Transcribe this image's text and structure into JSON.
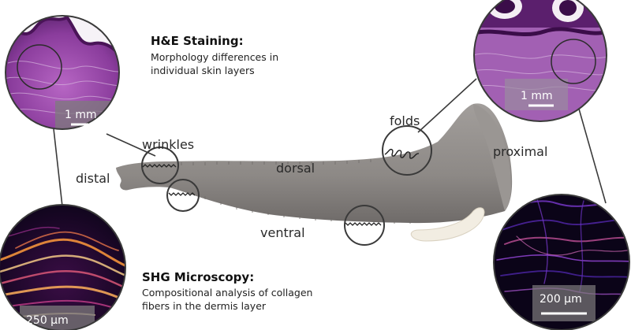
{
  "he_panel": {
    "title": "H&E Staining:",
    "desc_line1": "Morphology differences in",
    "desc_line2": "individual skin layers"
  },
  "shg_panel": {
    "title": "SHG Microscopy:",
    "desc_line1": "Compositional analysis of collagen",
    "desc_line2": "fibers in the dermis layer"
  },
  "labels": {
    "wrinkles": "wrinkles",
    "folds": "folds",
    "distal": "distal",
    "dorsal": "dorsal",
    "ventral": "ventral",
    "proximal": "proximal"
  },
  "scale_bars": {
    "he_left": "1 mm",
    "he_right": "1 mm",
    "shg_left": "250 µm",
    "shg_right": "200 µm"
  },
  "colors": {
    "he_tissue": "#8a3c9c",
    "shg_background": "#0b0418",
    "trunk_gray": "#8d8986",
    "tusk": "#f2ede2",
    "outline": "#3a3a3a"
  }
}
